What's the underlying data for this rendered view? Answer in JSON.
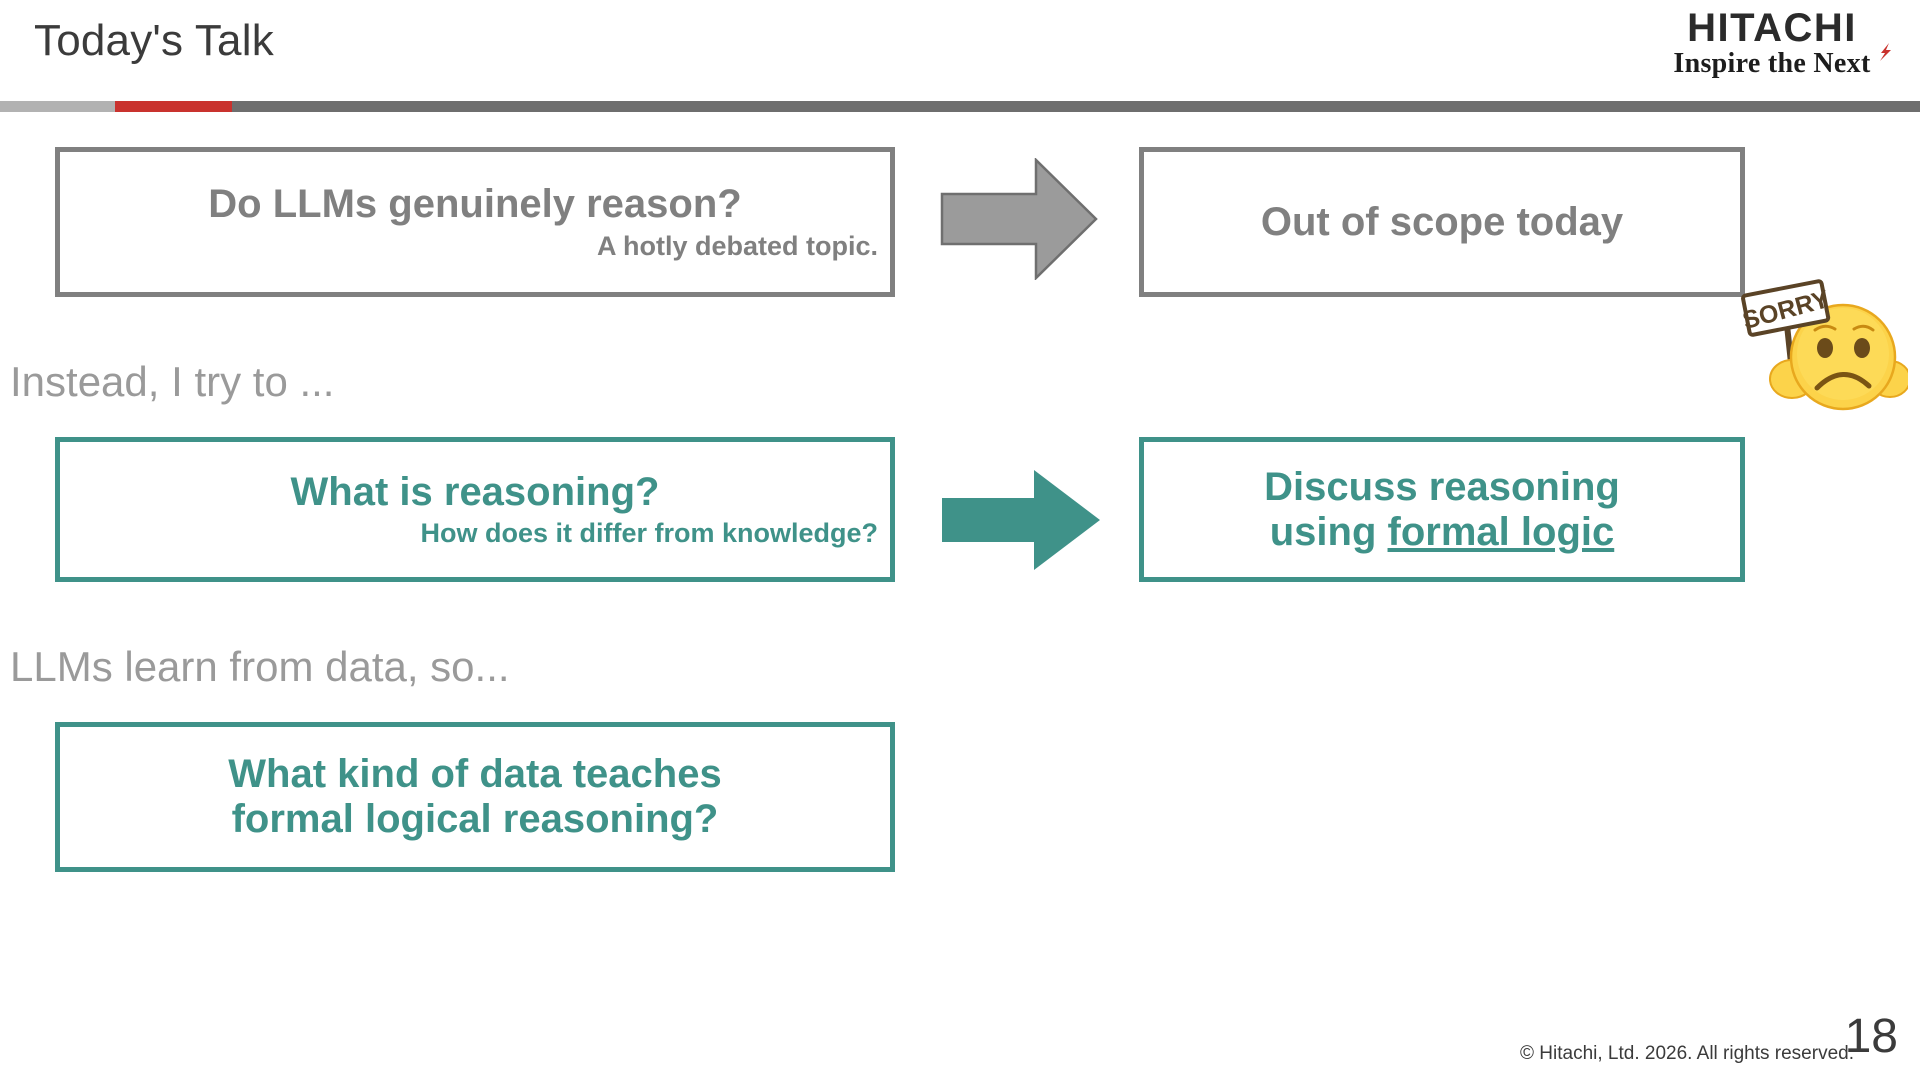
{
  "slide": {
    "title": "Today's Talk",
    "page_number": "18",
    "copyright": "© Hitachi, Ltd. 2026. All rights reserved."
  },
  "brand": {
    "wordmark": "HITACHI",
    "tagline": "Inspire the Next",
    "accent_red": "#c9322e",
    "rule_light_gray": "#b2b2b2",
    "rule_dark_gray": "#6e6e6e"
  },
  "colors": {
    "gray": "#808080",
    "teal": "#3f9289",
    "lead_in_gray": "#9a9a9a",
    "title_gray": "#3b3b3b"
  },
  "rows": [
    {
      "id": "row-1",
      "lead_in": null,
      "left_box": {
        "name": "do-llms-reason",
        "color": "gray",
        "main": "Do LLMs genuinely reason?",
        "sub": "A hotly debated topic."
      },
      "arrow": {
        "name": "arrow-gray",
        "color": "gray",
        "direction": "right"
      },
      "right_box": {
        "name": "out-of-scope",
        "color": "gray",
        "main": "Out of scope today"
      }
    },
    {
      "id": "row-2",
      "lead_in": "Instead, I try to ...",
      "left_box": {
        "name": "what-is-reasoning",
        "color": "teal",
        "main": "What is reasoning?",
        "sub": "How does it differ from knowledge?"
      },
      "arrow": {
        "name": "arrow-teal",
        "color": "teal",
        "direction": "right"
      },
      "right_box": {
        "name": "discuss-reasoning",
        "color": "teal",
        "main_line1": "Discuss reasoning",
        "main_line2_prefix": "using ",
        "main_line2_underlined": "formal logic"
      }
    },
    {
      "id": "row-3",
      "lead_in": "LLMs learn from data, so...",
      "left_box": {
        "name": "what-kind-of-data",
        "color": "teal",
        "main_line1": "What kind of data teaches",
        "main_line2": "formal logical reasoning?"
      }
    }
  ],
  "decoration": {
    "emoji": {
      "name": "sad-face-with-sorry-sign",
      "sign_text": "SORRY",
      "face_color": "#fcd34a",
      "expression": "frowning"
    }
  }
}
